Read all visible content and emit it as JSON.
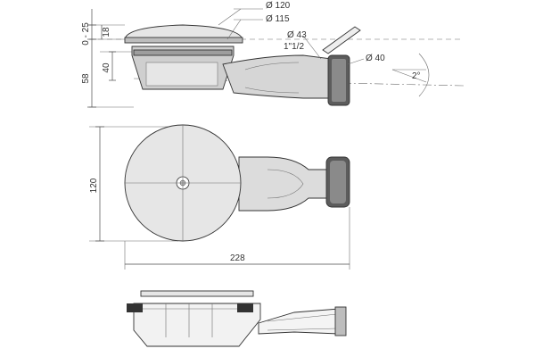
{
  "colors": {
    "line": "#333333",
    "body_light": "#e6e6e6",
    "body_mid": "#bdbdbd",
    "body_dark": "#5c5c5c",
    "background": "#ffffff"
  },
  "top_view": {
    "label_height_range": "0 - 25",
    "label_18": "18",
    "label_40": "40",
    "label_58": "58",
    "label_d120": "Ø 120",
    "label_d115": "Ø 115",
    "label_d43": "Ø 43",
    "label_thread": "1\"1/2",
    "label_d40": "Ø 40",
    "label_slope": "2°"
  },
  "plan_view": {
    "label_120": "120",
    "label_228": "228"
  }
}
